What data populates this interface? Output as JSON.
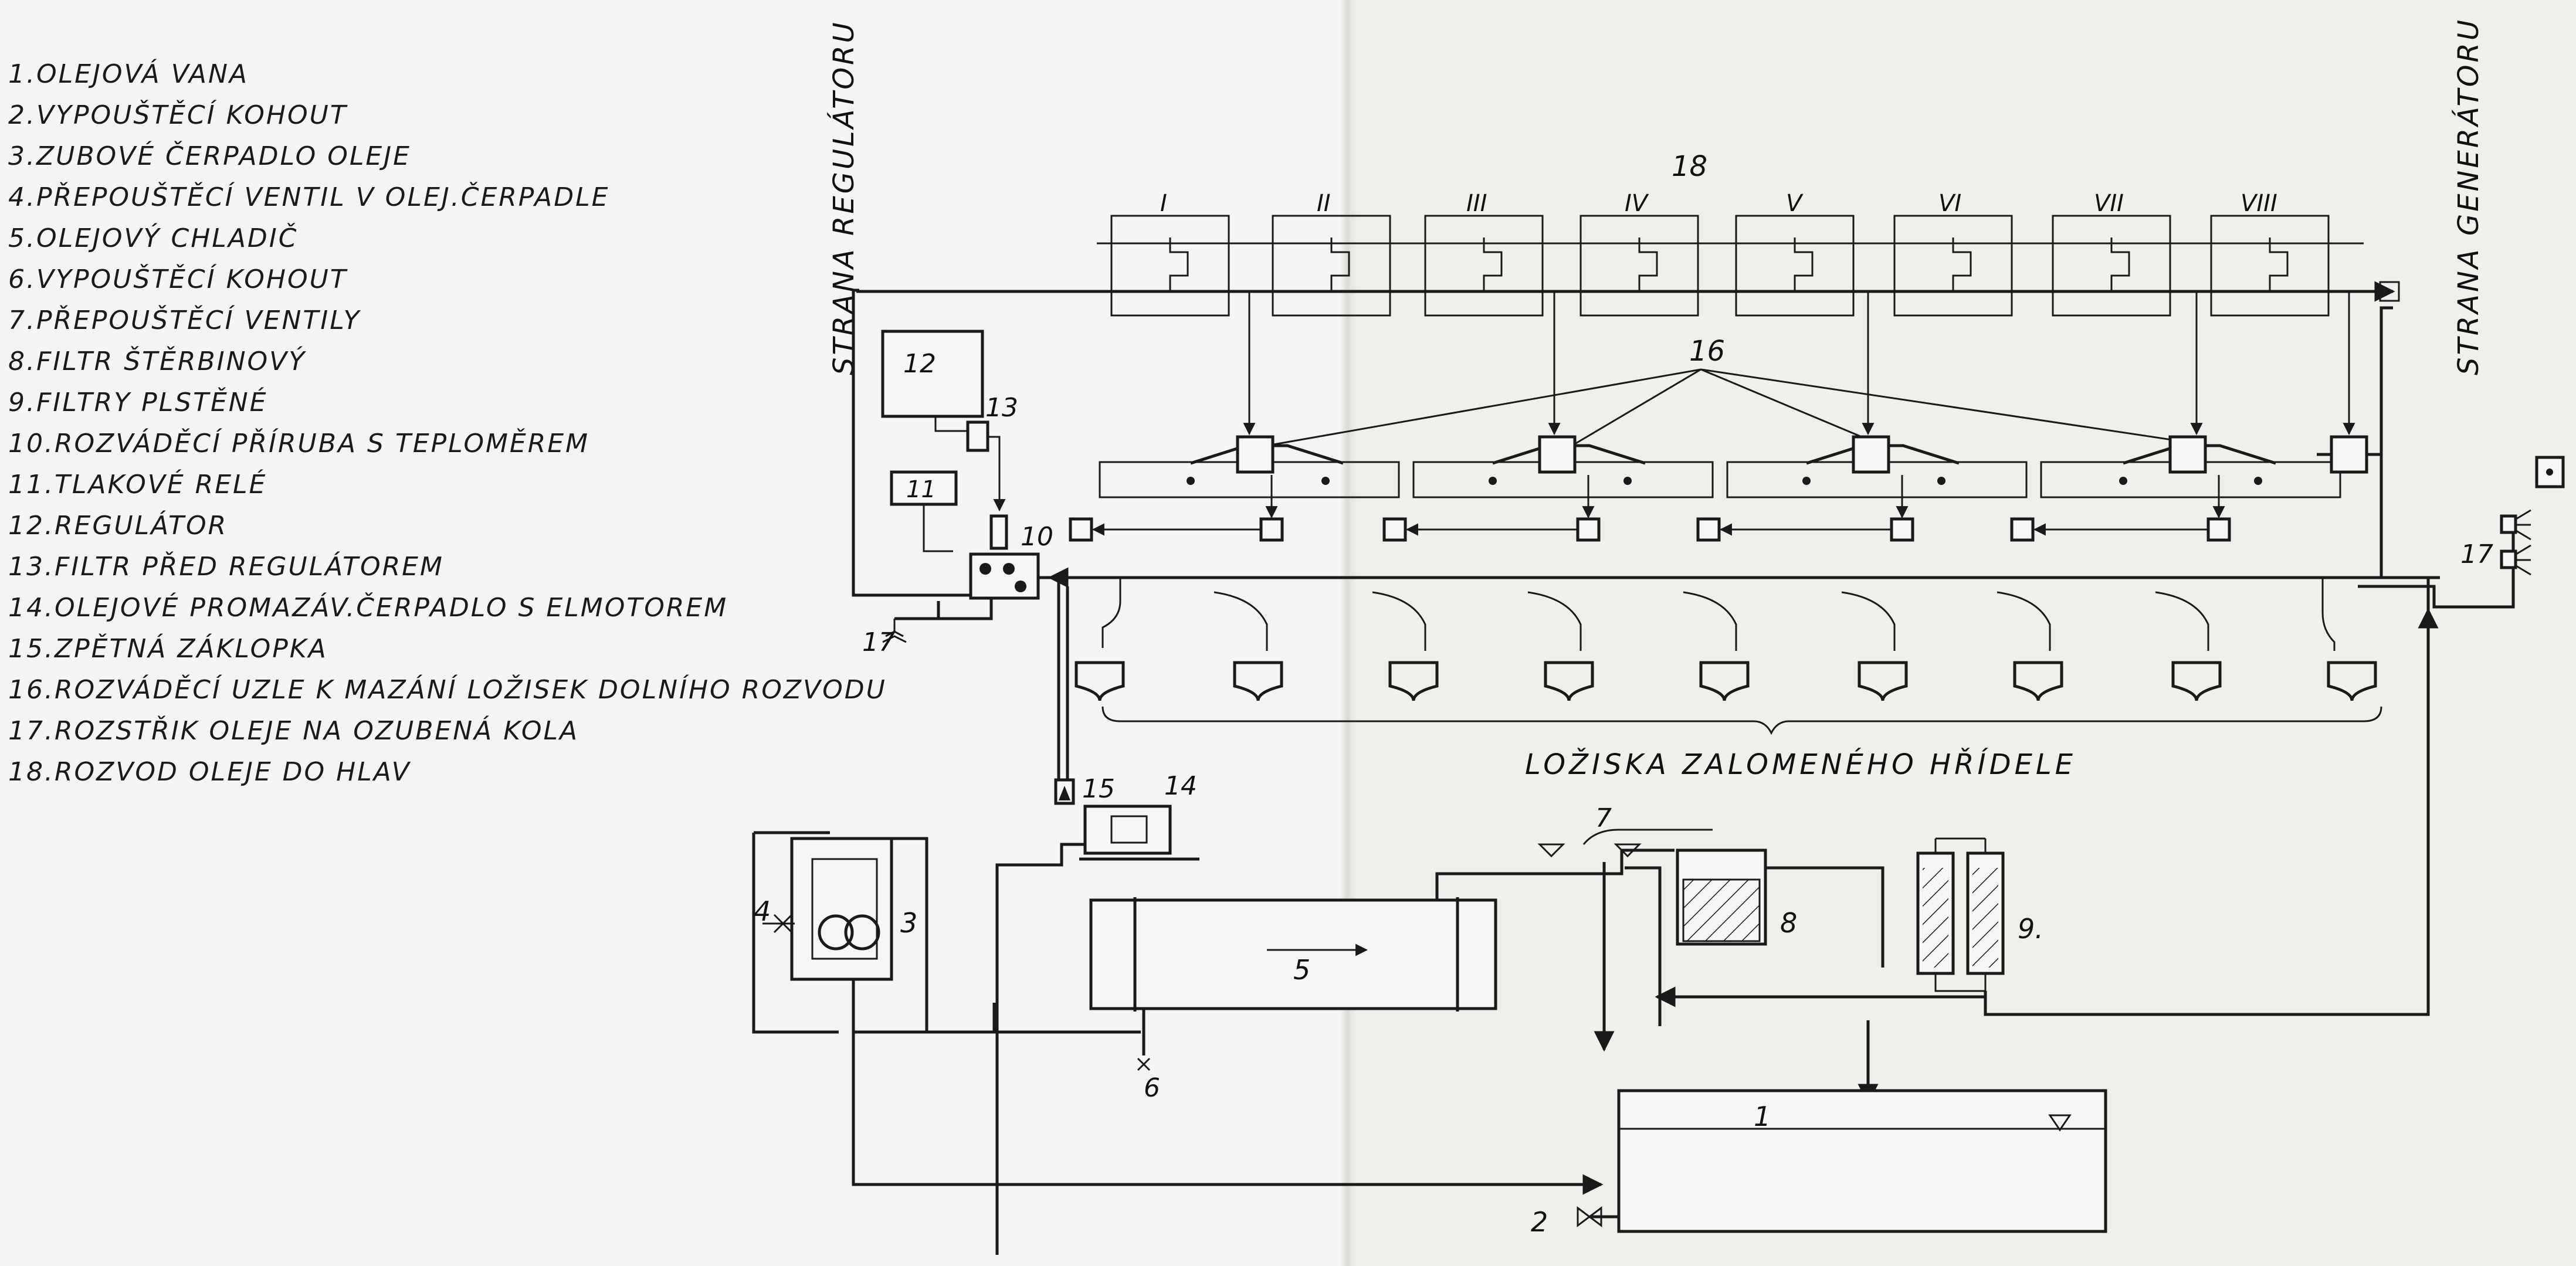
{
  "legend": [
    "1.OLEJOVÁ VANA",
    "2.VYPOUŠTĚCÍ KOHOUT",
    "3.ZUBOVÉ ČERPADLO OLEJE",
    "4.PŘEPOUŠTĚCÍ VENTIL V OLEJ.ČERPADLE",
    "5.OLEJOVÝ CHLADIČ",
    "6.VYPOUŠTĚCÍ KOHOUT",
    "7.PŘEPOUŠTĚCÍ VENTILY",
    "8.FILTR ŠTĚRBINOVÝ",
    "9.FILTRY PLSTĚNÉ",
    "10.ROZVÁDĚCÍ PŘÍRUBA S TEPLOMĚREM",
    "11.TLAKOVÉ RELÉ",
    "12.REGULÁTOR",
    "13.FILTR PŘED REGULÁTOREM",
    "14.OLEJOVÉ PROMAZÁV.ČERPADLO S ELMOTOREM",
    "15.ZPĚTNÁ ZÁKLOPKA",
    "16.ROZVÁDĚCÍ UZLE K MAZÁNÍ LOŽISEK DOLNÍHO ROZVODU",
    "17.ROZSTŘIK OLEJE NA OZUBENÁ KOLA",
    "18.ROZVOD OLEJE DO HLAV"
  ],
  "side_labels": {
    "regulator_side": "STRANA REGULÁTORU",
    "generator_side": "STRANA GENERÁTORU"
  },
  "heads": [
    "I",
    "II",
    "III",
    "IV",
    "V",
    "VI",
    "VII",
    "VIII"
  ],
  "bearings_label": "LOŽISKA ZALOMENÉHO HŘÍDELE",
  "callouts": {
    "n1": "1",
    "n2": "2",
    "n3": "3",
    "n4": "4",
    "n5": "5",
    "n6": "6",
    "n7": "7",
    "n8": "8",
    "n9": "9.",
    "n10": "10",
    "n11": "11",
    "n12": "12",
    "n13": "13",
    "n14": "14",
    "n15": "15",
    "n16": "16",
    "n17a": "17",
    "n17b": "17",
    "n18": "18"
  },
  "colors": {
    "ink": "#1a1a1a",
    "paper": "#f4f4f2"
  }
}
